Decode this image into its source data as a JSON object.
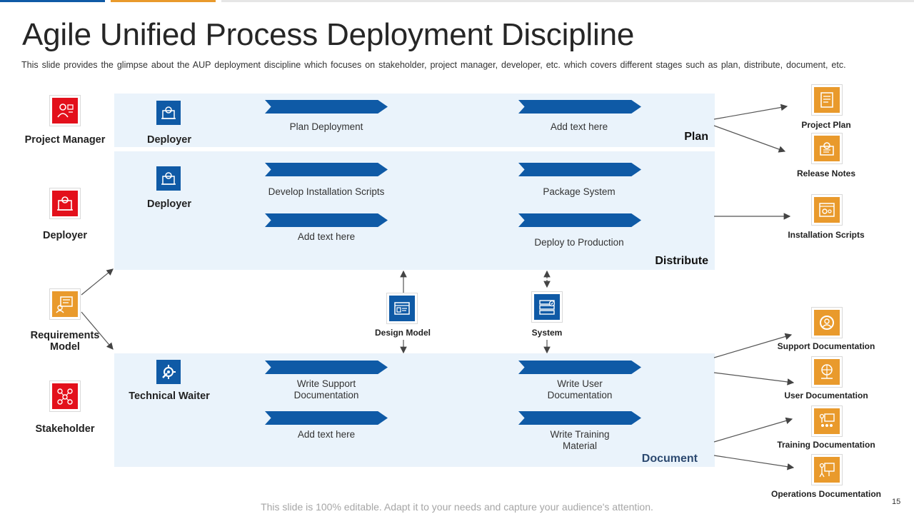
{
  "title": "Agile Unified Process Deployment Discipline",
  "subtitle": "This slide provides  the glimpse about the AUP deployment discipline which focuses on stakeholder, project manager,  developer,  etc. which covers different  stages such as plan, distribute, document, etc.",
  "colors": {
    "accent_blue": "#0f5aa6",
    "accent_orange": "#e99a2c",
    "accent_red": "#e3101b",
    "panel": "#eaf3fb"
  },
  "left_roles": [
    {
      "label": "Project Manager",
      "icon": "project-manager-icon"
    },
    {
      "label": "Deployer",
      "icon": "deployer-icon"
    },
    {
      "label": "Requirements Model",
      "icon": "requirements-model-icon"
    },
    {
      "label": "Stakeholder",
      "icon": "stakeholder-icon"
    }
  ],
  "stages": {
    "plan": {
      "name": "Plan",
      "role": "Deployer",
      "tasks": [
        "Plan Deployment",
        "Add text here"
      ]
    },
    "distribute": {
      "name": "Distribute",
      "role": "Deployer",
      "tasks": [
        "Develop  Installation Scripts",
        "Package System",
        "Add text here",
        "Deploy to Production"
      ]
    },
    "document": {
      "name": "Document",
      "role": "Technical Waiter",
      "tasks": [
        "Write Support Documentation",
        "Write User Documentation",
        "Add text here",
        "Write Training  Material"
      ]
    }
  },
  "middle_artifacts": [
    {
      "label": "Design Model",
      "icon": "design-model-icon"
    },
    {
      "label": "System",
      "icon": "system-icon"
    }
  ],
  "right_outputs": [
    {
      "label": "Project Plan",
      "icon": "project-plan-icon"
    },
    {
      "label": "Release Notes",
      "icon": "release-notes-icon"
    },
    {
      "label": "Installation Scripts",
      "icon": "installation-scripts-icon"
    },
    {
      "label": "Support Documentation",
      "icon": "support-documentation-icon"
    },
    {
      "label": "User Documentation",
      "icon": "user-documentation-icon"
    },
    {
      "label": "Training Documentation",
      "icon": "training-documentation-icon"
    },
    {
      "label": "Operations Documentation",
      "icon": "operations-documentation-icon"
    }
  ],
  "footer": "This slide is 100% editable. Adapt it to your needs and capture your audience's attention.",
  "page_number": "15"
}
